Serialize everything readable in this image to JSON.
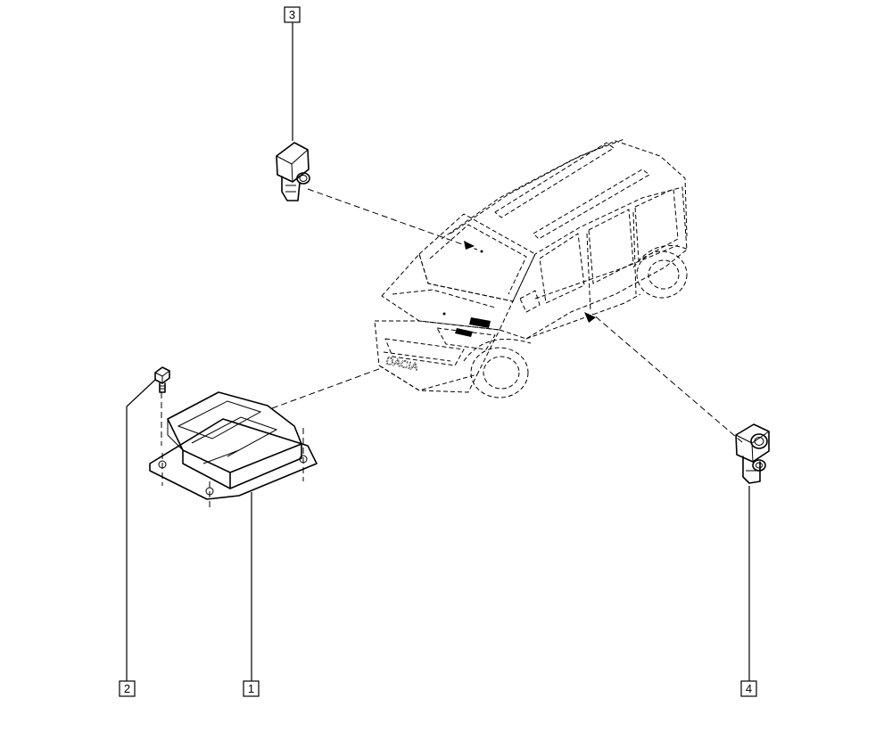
{
  "callouts": [
    {
      "id": "1",
      "label": "1"
    },
    {
      "id": "2",
      "label": "2"
    },
    {
      "id": "3",
      "label": "3"
    },
    {
      "id": "4",
      "label": "4"
    }
  ],
  "vehicle": {
    "badge_text": "DACIA"
  }
}
